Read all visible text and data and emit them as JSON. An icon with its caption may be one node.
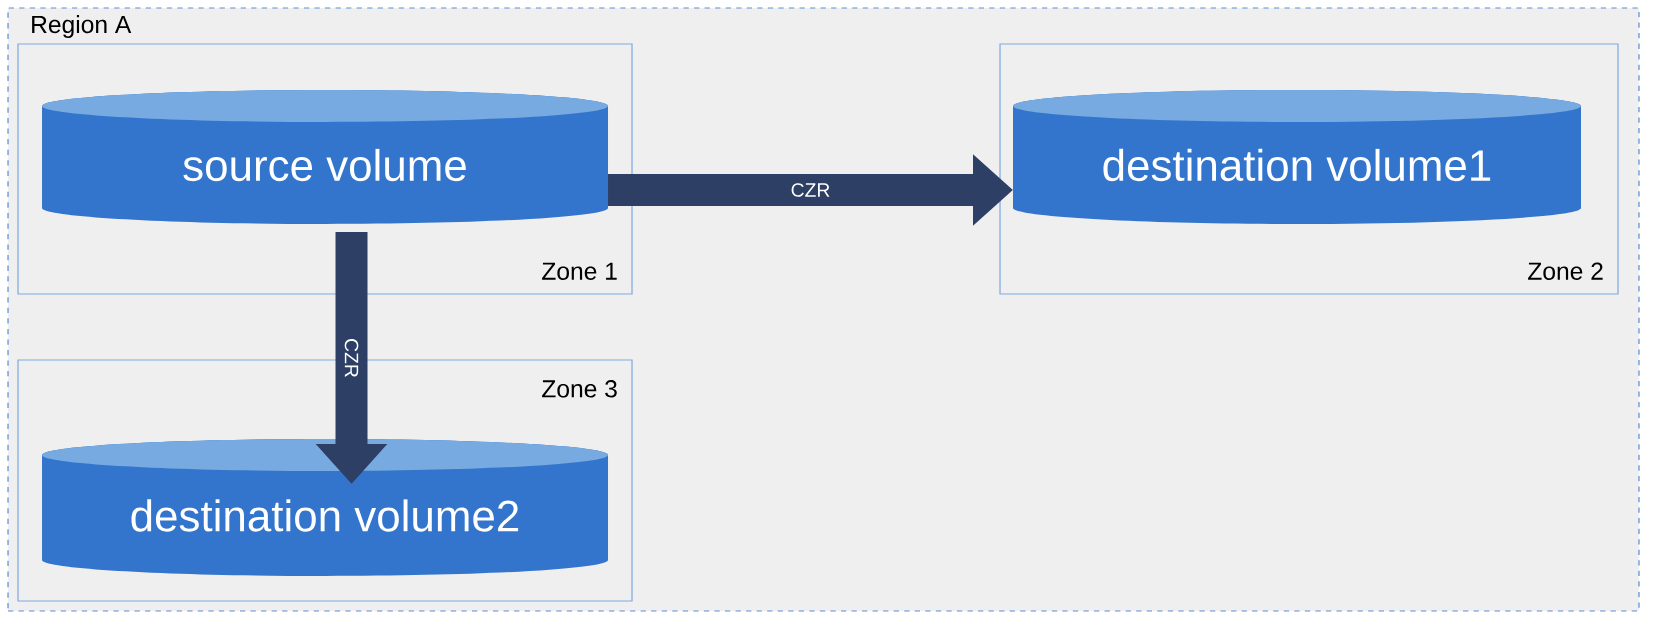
{
  "diagram": {
    "nodes": [
      {
        "text": [
          "Region A"
        ]
      },
      {
        "text": [
          "Zone 1"
        ],
        "in": 0
      },
      {
        "text": [
          "source volume"
        ],
        "in": 1
      },
      {
        "text": [
          "Zone 2"
        ],
        "in": 0
      },
      {
        "text": [
          "destination volume1"
        ],
        "in": 3
      },
      {
        "text": [
          "Zone 3"
        ],
        "in": 0
      },
      {
        "text": [
          "destination volume2"
        ],
        "in": 5
      }
    ],
    "edges": [
      {
        "from": 2,
        "to": 4,
        "arrow": "to",
        "label": "CZR"
      },
      {
        "from": 2,
        "to": 6,
        "arrow": "to",
        "label": "CZR"
      }
    ]
  }
}
